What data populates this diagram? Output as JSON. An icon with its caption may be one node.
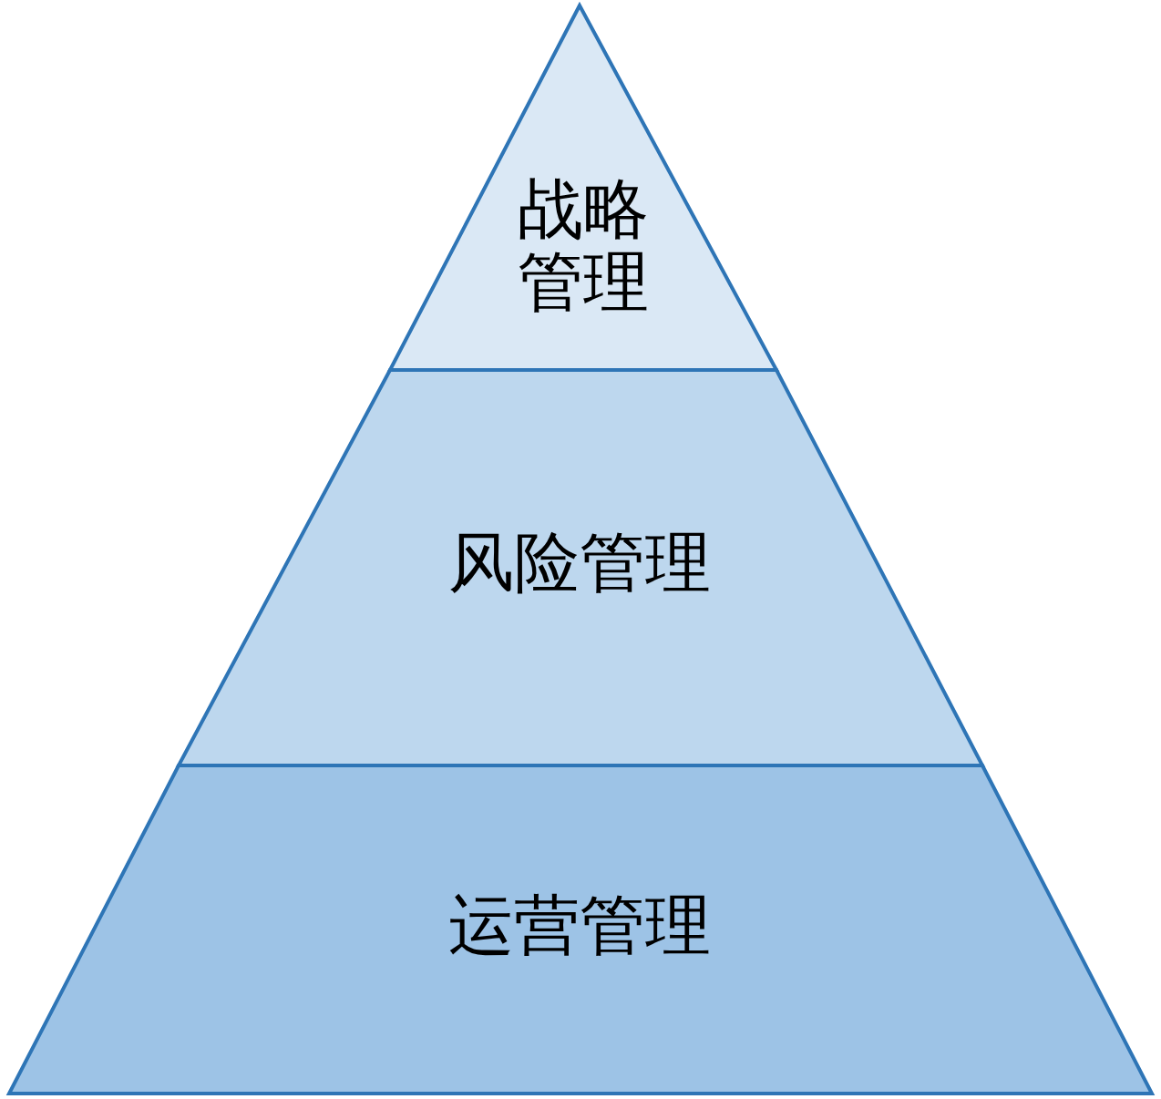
{
  "diagram": {
    "nodes": [
      {
        "text": [
          "战略管理"
        ]
      },
      {
        "text": [
          "风险管理"
        ]
      },
      {
        "text": [
          "运营管理"
        ]
      }
    ]
  }
}
